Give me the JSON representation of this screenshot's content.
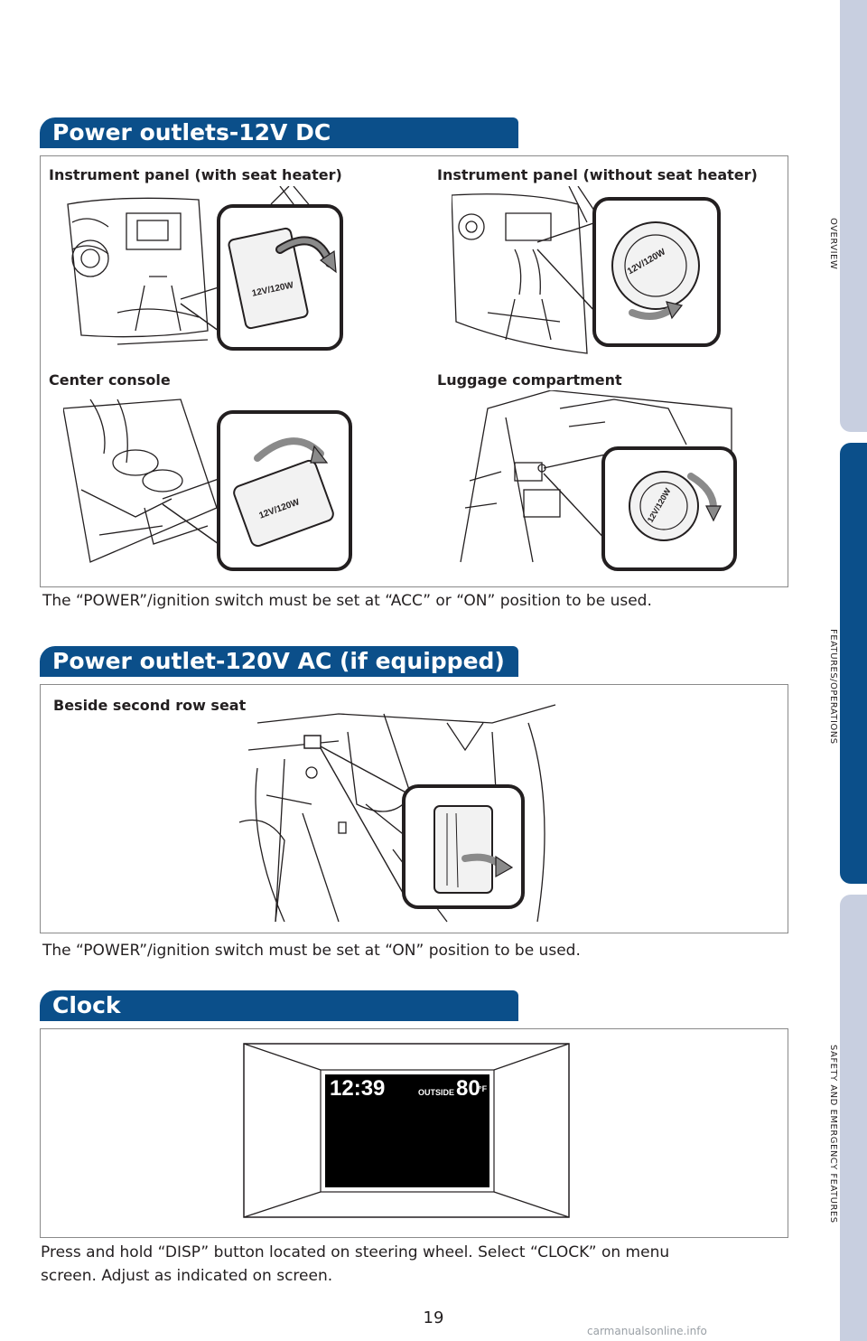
{
  "side_tabs": [
    "OVERVIEW",
    "FEATURES/OPERATIONS",
    "SAFETY AND EMERGENCY FEATURES"
  ],
  "section1": {
    "title": "Power outlets-12V DC",
    "labels": [
      "Instrument panel (with seat heater)",
      "Instrument panel (without seat heater)",
      "Center console",
      "Luggage compartment"
    ],
    "outlet_marking": "12V/120W",
    "note": "The “POWER”/ignition switch must be set at “ACC” or “ON” position to be used."
  },
  "section2": {
    "title": "Power outlet-120V AC (if equipped)",
    "label": "Beside second row seat",
    "note": "The “POWER”/ignition switch must be set at “ON” position to be used."
  },
  "section3": {
    "title": "Clock",
    "display": {
      "time": "12:39",
      "outside_label": "OUTSIDE",
      "temp": "80",
      "unit": "°F"
    },
    "note_line1": "Press and hold “DISP” button located on steering wheel. Select “CLOCK” on menu",
    "note_line2": "screen. Adjust as indicated on screen."
  },
  "page_number": "19",
  "watermark": "carmanualsonline.info"
}
